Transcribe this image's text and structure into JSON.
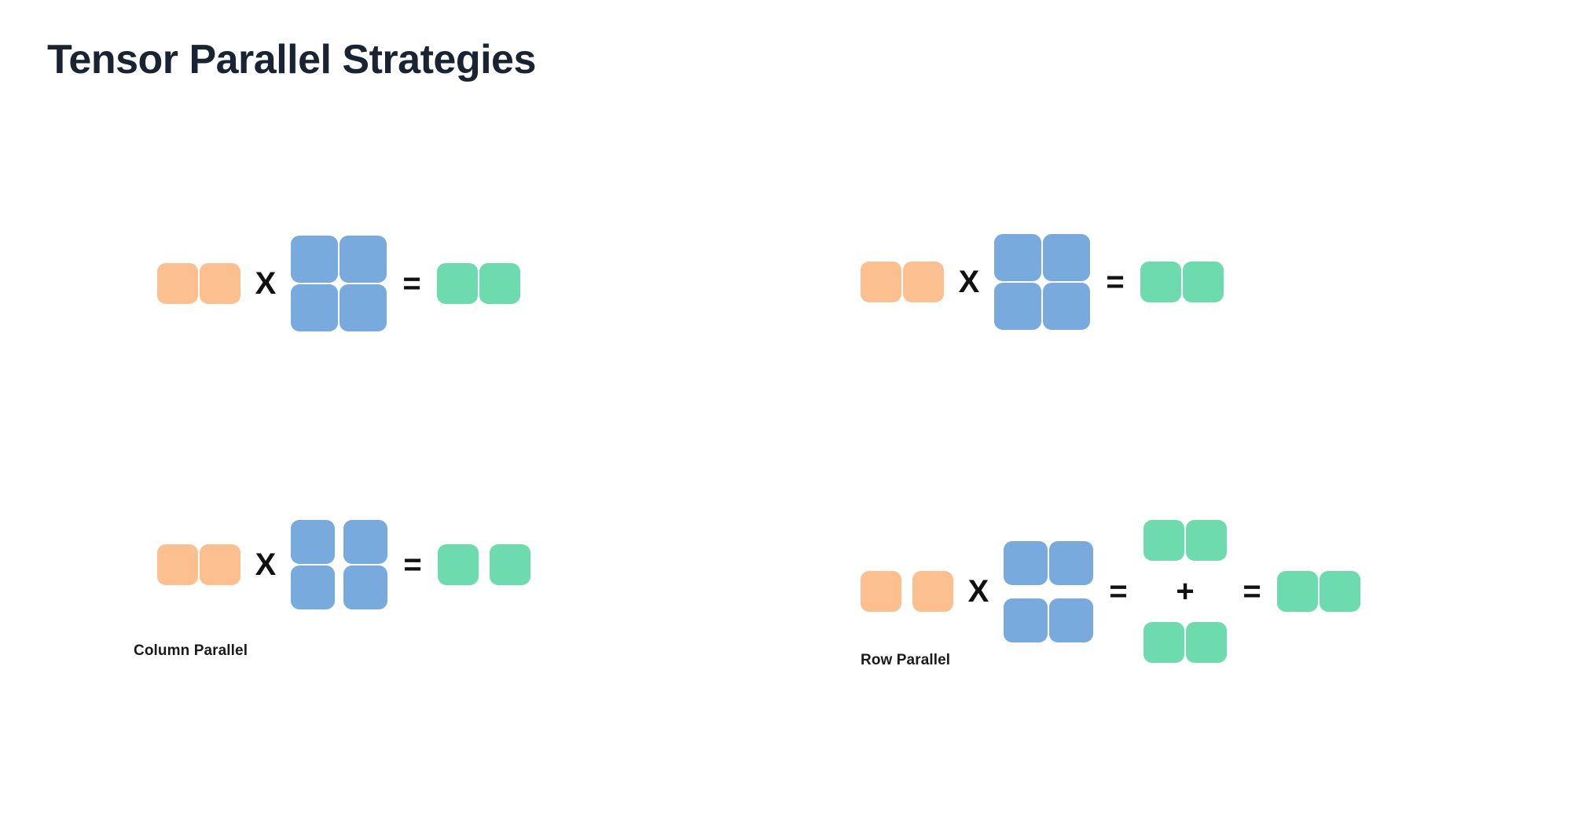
{
  "page": {
    "title": "Tensor Parallel Strategies",
    "background_color": "#ffffff",
    "title_color": "#1a2332"
  },
  "palette": {
    "input_orange": "#FCBF8F",
    "weight_blue": "#79AADE",
    "output_green": "#6EDBAE",
    "operator_black": "#111111"
  },
  "operators": {
    "multiply": "X",
    "equals": "=",
    "plus": "+"
  },
  "sections": [
    {
      "id": "column-parallel",
      "label": "Column Parallel",
      "rows": [
        {
          "id": "column-parallel-baseline",
          "description": "unsharded matrix multiplication",
          "input": {
            "color_role": "input_orange",
            "shape": [
              1,
              2
            ],
            "split": "none"
          },
          "weight": {
            "color_role": "weight_blue",
            "shape": [
              2,
              2
            ],
            "split": "none"
          },
          "output": {
            "color_role": "output_green",
            "shape": [
              1,
              2
            ],
            "split": "none"
          }
        },
        {
          "id": "column-parallel-sharded",
          "description": "weight matrix split along columns, output split along columns",
          "input": {
            "color_role": "input_orange",
            "shape": [
              1,
              2
            ],
            "split": "none"
          },
          "weight": {
            "color_role": "weight_blue",
            "shape": [
              2,
              2
            ],
            "split": "columns"
          },
          "output": {
            "color_role": "output_green",
            "shape": [
              1,
              2
            ],
            "split": "columns"
          }
        }
      ]
    },
    {
      "id": "row-parallel",
      "label": "Row Parallel",
      "rows": [
        {
          "id": "row-parallel-baseline",
          "description": "unsharded matrix multiplication",
          "input": {
            "color_role": "input_orange",
            "shape": [
              1,
              2
            ],
            "split": "none"
          },
          "weight": {
            "color_role": "weight_blue",
            "shape": [
              2,
              2
            ],
            "split": "none"
          },
          "output": {
            "color_role": "output_green",
            "shape": [
              1,
              2
            ],
            "split": "none"
          }
        },
        {
          "id": "row-parallel-sharded",
          "description": "input split along columns, weight split along rows, partial outputs summed",
          "input": {
            "color_role": "input_orange",
            "shape": [
              1,
              2
            ],
            "split": "columns"
          },
          "weight": {
            "color_role": "weight_blue",
            "shape": [
              2,
              2
            ],
            "split": "rows"
          },
          "partials": [
            {
              "color_role": "output_green",
              "shape": [
                1,
                2
              ],
              "split": "none"
            },
            {
              "color_role": "output_green",
              "shape": [
                1,
                2
              ],
              "split": "none"
            }
          ],
          "output": {
            "color_role": "output_green",
            "shape": [
              1,
              2
            ],
            "split": "none"
          }
        }
      ]
    }
  ]
}
